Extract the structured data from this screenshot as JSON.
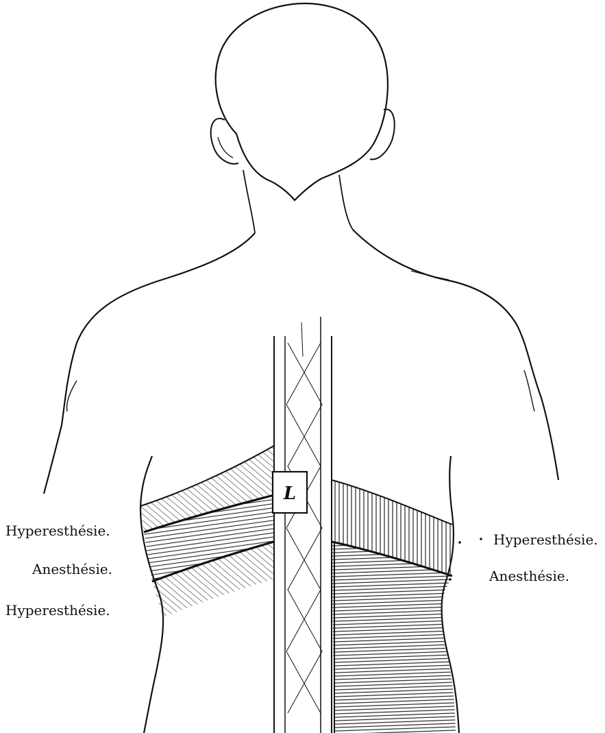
{
  "figure": {
    "vertebra_label": "L",
    "left_labels": {
      "upper_hyperesthesia": "Hyperesthésie.",
      "anesthesia": "Anesthésie.",
      "lower_hyperesthesia": "Hyperesthésie."
    },
    "right_labels": {
      "hyperesthesia": "Hyperesthésie.",
      "anesthesia": "Anesthésie."
    }
  }
}
